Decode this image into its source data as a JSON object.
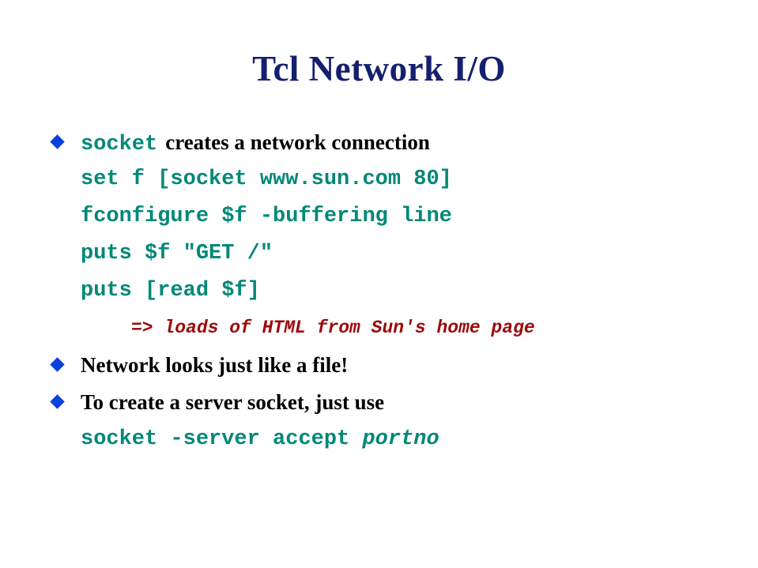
{
  "slide": {
    "title": "Tcl Network I/O",
    "background_color": "#ffffff",
    "title_color": "#14206e",
    "bullet_color": "#0a3fe0",
    "code_color": "#008878",
    "prose_color": "#000000",
    "result_color": "#9c0a0a"
  },
  "content": {
    "bullet1": {
      "code_term": "socket",
      "prose": "creates a network connection"
    },
    "code_lines": [
      {
        "text": "set f [socket www.sun.com 80]"
      },
      {
        "text": "fconfigure $f -buffering line"
      },
      {
        "text": "puts $f \"GET /\""
      },
      {
        "text": "puts [read $f]"
      }
    ],
    "result_line": "=> loads of HTML from Sun's home page",
    "bullet2": "Network looks just like a file!",
    "bullet3": "To create a server socket, just use",
    "final_code": {
      "upright": "socket -server accept ",
      "italic": "portno"
    }
  }
}
